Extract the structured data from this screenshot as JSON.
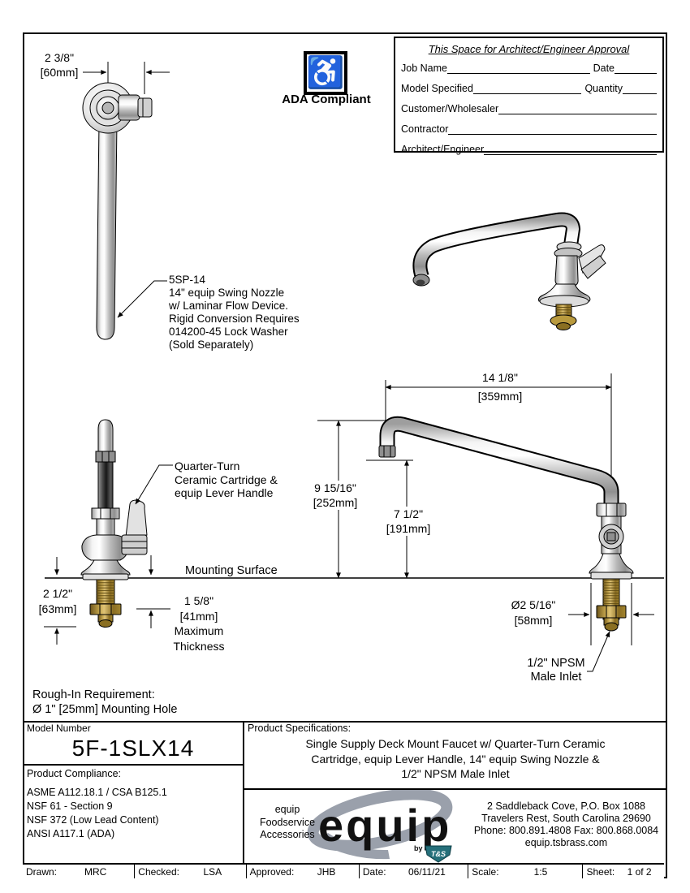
{
  "ada": {
    "icon": "♿",
    "label": "ADA Compliant"
  },
  "approval": {
    "title": "This Space for Architect/Engineer Approval",
    "fields": [
      {
        "label": "Job Name",
        "label2": "Date"
      },
      {
        "label": "Model Specified",
        "label2": "Quantity"
      },
      {
        "label": "Customer/Wholesaler"
      },
      {
        "label": "Contractor"
      },
      {
        "label": "Architect/Engineer"
      }
    ]
  },
  "dims": {
    "d60": [
      "2 3/8\"",
      "[60mm]"
    ],
    "d359": [
      "14 1/8\"",
      "[359mm]"
    ],
    "d252": [
      "9 15/16\"",
      "[252mm]"
    ],
    "d191": [
      "7 1/2\"",
      "[191mm]"
    ],
    "d63": [
      "2 1/2\"",
      "[63mm]"
    ],
    "d41": [
      "1 5/8\"",
      "[41mm]",
      "Maximum",
      "Thickness"
    ],
    "d58": [
      "Ø2 5/16\"",
      "[58mm]"
    ]
  },
  "callouts": {
    "nozzle": [
      "5SP-14",
      "14\" equip Swing Nozzle",
      "w/ Laminar Flow Device.",
      "Rigid Conversion Requires",
      "014200-45 Lock Washer",
      "(Sold Separately)"
    ],
    "cartridge": [
      "Quarter-Turn",
      "Ceramic Cartridge &",
      "equip Lever Handle"
    ],
    "mounting_surface": "Mounting Surface",
    "inlet": [
      "1/2\" NPSM",
      "Male Inlet"
    ],
    "rough_in": [
      "Rough-In Requirement:",
      "Ø 1\" [25mm] Mounting Hole"
    ]
  },
  "title_block": {
    "model_number_label": "Model Number",
    "model_number": "5F-1SLX14",
    "compliance_label": "Product Compliance:",
    "compliance": [
      "ASME A112.18.1 / CSA B125.1",
      "NSF 61 - Section 9",
      "NSF 372 (Low Lead Content)",
      "ANSI A117.1 (ADA)"
    ],
    "spec_label": "Product Specifications:",
    "spec": [
      "Single Supply Deck Mount Faucet w/ Quarter-Turn Ceramic",
      "Cartridge, equip Lever Handle, 14\" equip Swing Nozzle &",
      "1/2\" NPSM Male Inlet"
    ]
  },
  "brand": {
    "small": [
      "equip",
      "Foodservice",
      "Accessories"
    ],
    "logo": "equip",
    "by": "by",
    "shield": "T&S"
  },
  "address": [
    "2 Saddleback Cove, P.O. Box 1088",
    "Travelers Rest, South Carolina 29690",
    "Phone: 800.891.4808  Fax: 800.868.0084",
    "equip.tsbrass.com"
  ],
  "footer": [
    {
      "label": "Drawn:",
      "value": "MRC"
    },
    {
      "label": "Checked:",
      "value": "LSA"
    },
    {
      "label": "Approved:",
      "value": "JHB"
    },
    {
      "label": "Date:",
      "value": "06/11/21"
    },
    {
      "label": "Scale:",
      "value": "1:5"
    },
    {
      "label": "Sheet:",
      "value": "1 of 2"
    }
  ],
  "colors": {
    "line": "#000000",
    "metal": "#c9c9c9",
    "brass": "#a98c3a",
    "logo_gray": "#9aa0ab",
    "shield_teal": "#256f7a",
    "paper": "#ffffff"
  }
}
